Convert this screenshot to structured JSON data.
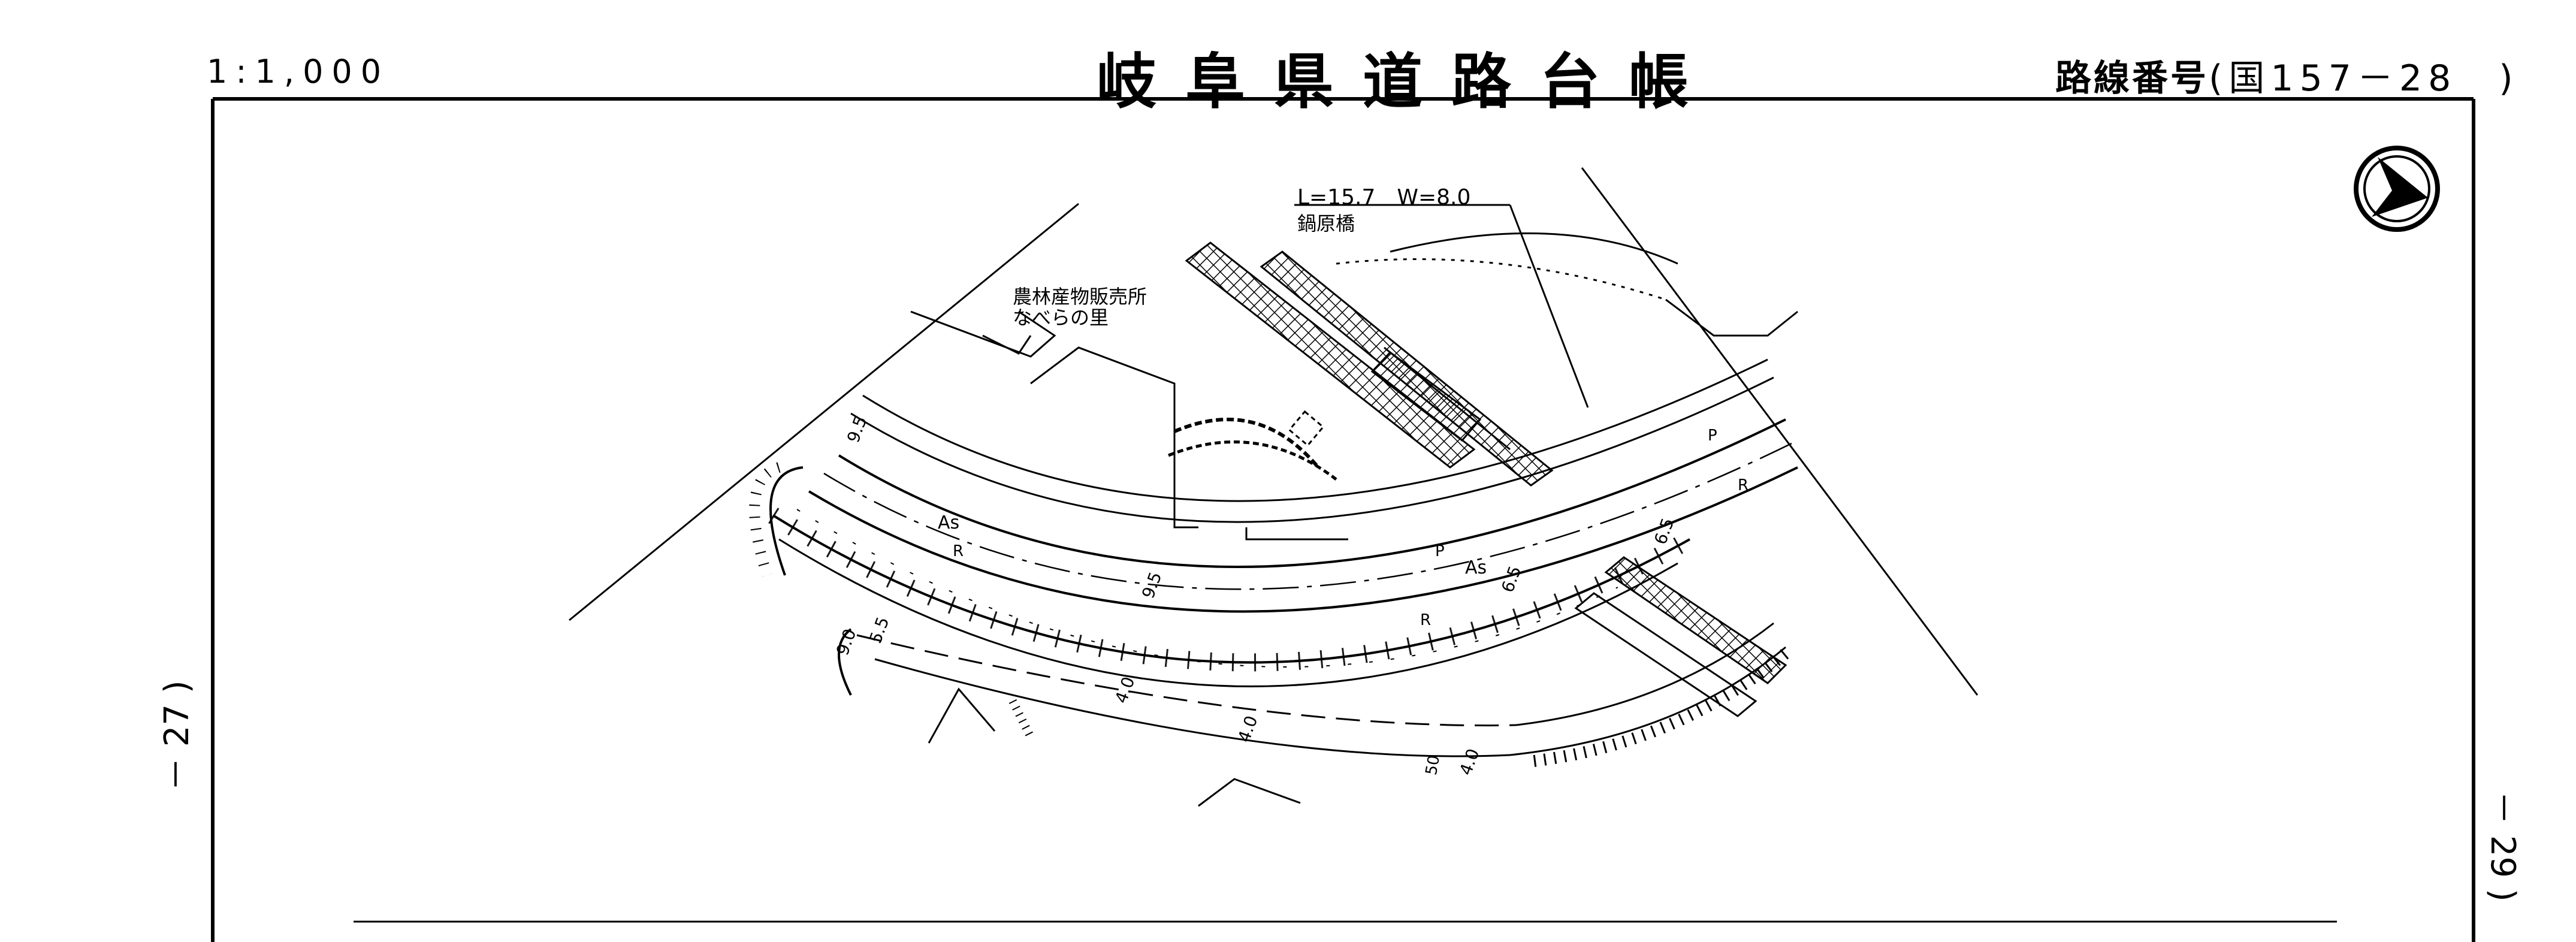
{
  "header": {
    "scale": "1:1,000",
    "title": "岐阜県道路台帳",
    "route_label": "路線番号",
    "route_number": "(国157－28　)"
  },
  "side": {
    "left_page": "－ 27 )",
    "right_page": "－ 29 )"
  },
  "map": {
    "bridge_dims": "L=15.7　W=8.0",
    "bridge_name": "鍋原橋",
    "facility_name_1": "農林産物販売所",
    "facility_name_2": "なべらの里",
    "surface_as_1": "As",
    "surface_as_2": "As",
    "mark_r_1": "R",
    "mark_r_2": "R",
    "mark_r_3": "R",
    "mark_p_1": "P",
    "mark_p_2": "P",
    "width_9_5_a": "9.5",
    "width_9_5_b": "9.5",
    "width_6_5_a": "6.5",
    "width_6_5_b": "6.5",
    "width_5_5": "5.5",
    "width_9_0": "9.0",
    "width_4_0_a": "4.0",
    "width_4_0_b": "4.0",
    "width_4_0_c": "4.0",
    "width_50": "50",
    "compass_icon": "north-arrow-icon"
  }
}
